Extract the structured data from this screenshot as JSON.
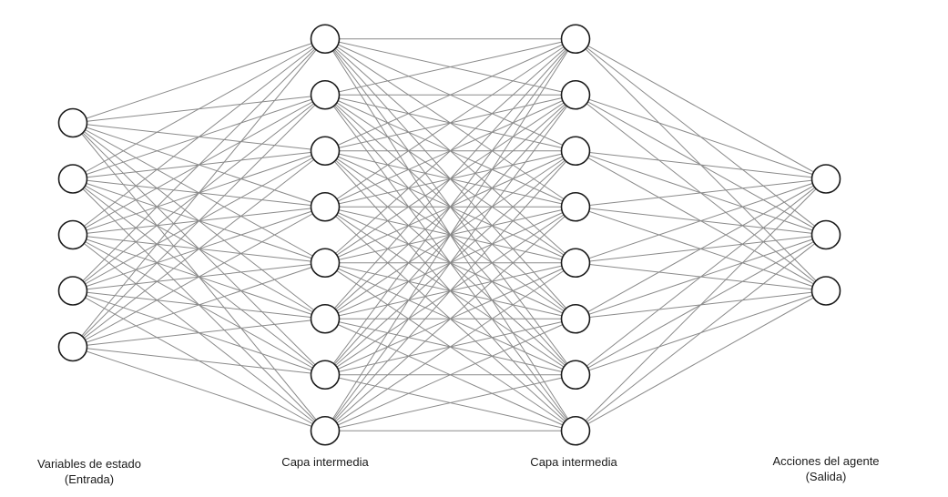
{
  "diagram": {
    "type": "neural-network",
    "layers": [
      {
        "id": "input",
        "neurons": 5,
        "title": "Variables de estado",
        "subtitle": "(Entrada)"
      },
      {
        "id": "hidden-1",
        "neurons": 8,
        "title": "Capa intermedia",
        "subtitle": ""
      },
      {
        "id": "hidden-2",
        "neurons": 8,
        "title": "Capa intermedia",
        "subtitle": ""
      },
      {
        "id": "output",
        "neurons": 3,
        "title": "Acciones del agente",
        "subtitle": "(Salida)"
      }
    ],
    "connectivity": "fully-connected",
    "colors": {
      "edge": "#8a8a8a",
      "neuron_stroke": "#1a1a1a",
      "neuron_fill": "#ffffff",
      "text": "#1a1a1a"
    }
  }
}
